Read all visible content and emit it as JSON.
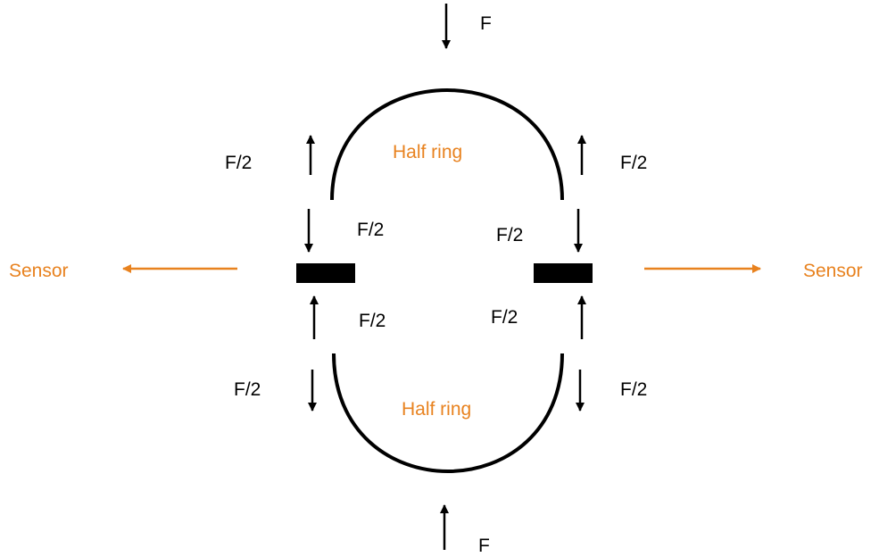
{
  "colors": {
    "line": "#000000",
    "accent": "#E8821F"
  },
  "labels": {
    "force_top": "F",
    "force_bottom": "F",
    "half_force": "F/2",
    "half_ring_top": "Half ring",
    "half_ring_bottom": "Half ring",
    "sensor_left": "Sensor",
    "sensor_right": "Sensor"
  }
}
